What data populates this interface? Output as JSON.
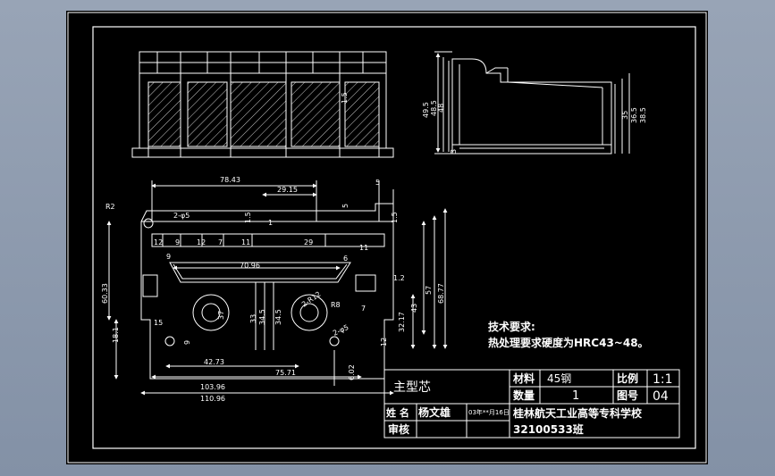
{
  "colors": {
    "viewport_bg": "#8a98ad",
    "sheet_bg": "#000000",
    "line": "#ffffff",
    "dimension": "#ffffff"
  },
  "tech_req": {
    "heading": "技术要求:",
    "line1": "热处理要求硬度为HRC43~48。"
  },
  "title_block": {
    "part_name": "主型芯",
    "material_label": "材料",
    "material_value": "45钢",
    "scale_label": "比例",
    "scale_value": "1:1",
    "quantity_label": "数量",
    "quantity_value": "1",
    "drawing_no_label": "图号",
    "drawing_no_value": "04",
    "name_label": "姓 名",
    "name_value": "杨文雄",
    "date_value": "03年**月16日",
    "review_label": "审核",
    "school": "桂林航天工业高等专科学校",
    "class_id": "32100533班"
  },
  "dims": {
    "d78_43": "78.43",
    "d29_15": "29.15",
    "d5_top": "5",
    "d5_b": "5",
    "d1_5_a": "1.5",
    "d1_5_b": "1.5",
    "d1": "1",
    "r2": "R2",
    "h2_phi5": "2-φ5",
    "d12_a": "12",
    "d9_a": "9",
    "d12_b": "12",
    "d7_a": "7",
    "d11_a": "11",
    "d29": "29",
    "d11_b": "11",
    "d9_b": "9",
    "d70_96": "70.96",
    "d6": "6",
    "d1_2": "1.2",
    "d60_33": "60.33",
    "d57": "57",
    "d68_77": "68.77",
    "d43": "43",
    "d32_17": "32.17",
    "d37": "37",
    "d33": "33",
    "d34_5": "34.5",
    "d34_5b": "34.5",
    "r8": "R8",
    "h2_r12": "2-R12",
    "d7_b": "7",
    "h2_phi5b": "2-φ5",
    "d18_1": "18.1",
    "d15_phi": "15",
    "d9_c": "9",
    "d12_c": "12",
    "d42_73": "42.73",
    "d75_71": "75.71",
    "d6_02": "6.02",
    "d103_96": "103.96",
    "d110_96": "110.96",
    "d49_5": "49.5",
    "d48_5": "48.5",
    "d48": "48",
    "d35": "35",
    "d36_5": "36.5",
    "d38_5": "38.5",
    "d3": "3",
    "d1_5_top": "1.5"
  }
}
